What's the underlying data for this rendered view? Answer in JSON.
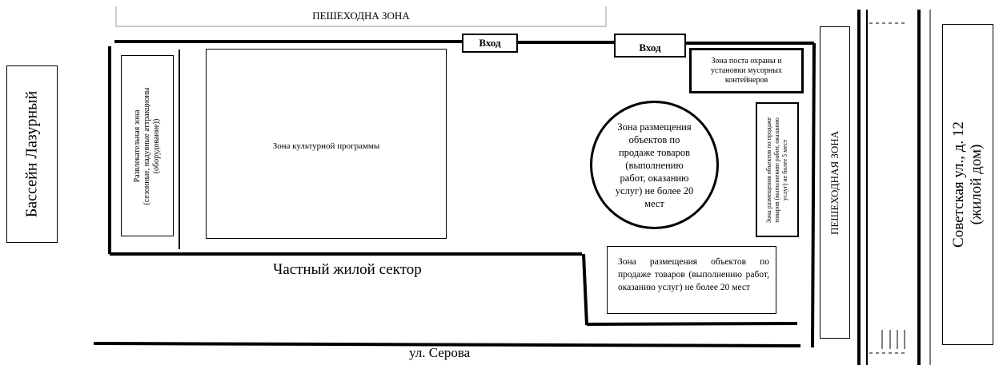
{
  "labels": {
    "pedestrian_top": "ПЕШЕХОДНА ЗОНА",
    "entrance_1": "Вход",
    "entrance_2": "Вход",
    "pool": "Бассейн Лазурный",
    "entertainment_zone_l1": "Развлекательная зона",
    "entertainment_zone_l2": "(сезонные, надувные аттракционы",
    "entertainment_zone_l3": "(оборудование))",
    "culture_zone": "Зона культурной программы",
    "security_zone": "Зона поста охраны и установки мусорных контейнеров",
    "trade_zone_circle": "Зона размещения объектов по продаже товаров (выполнению работ, оказанию услуг) не более 20 мест",
    "trade_zone_small_l1": "Зона размещения объектов по продаже",
    "trade_zone_small_l2": "товаров (выполнению работ, оказанию",
    "trade_zone_small_l3": "услуг) не более 5 мест",
    "trade_zone_rect": "Зона размещения объектов по продаже товаров (выполнению работ, оказанию услуг) не более 20 мест",
    "pedestrian_right": "ПЕШЕХОДНАЯ ЗОНА",
    "private_sector": "Частный жилой сектор",
    "street_serova": "ул. Серова",
    "address_l1": "Советская ул., д. 12",
    "address_l2": "(жилой дом)"
  }
}
